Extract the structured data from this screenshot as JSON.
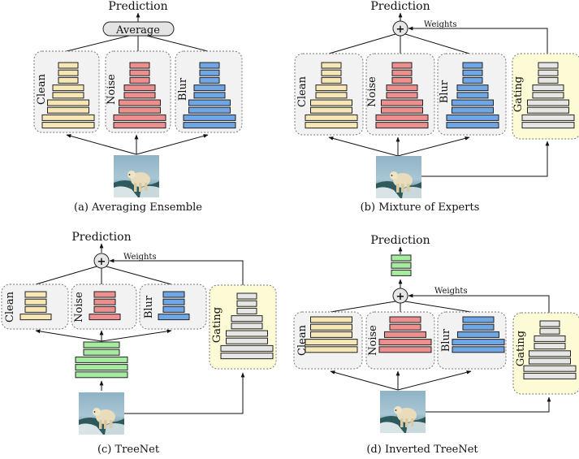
{
  "colors": {
    "clean": "#f7e7b4",
    "noise": "#ee8f8f",
    "blur": "#6fa6e6",
    "gating": "#e6e6e6",
    "shared": "#a5eba0",
    "expert_bg": "#f2f2f2",
    "gating_bg": "#fcfbd6",
    "stroke": "#222222"
  },
  "labels": {
    "prediction": "Prediction",
    "average": "Average",
    "weights": "Weights",
    "plus": "+",
    "clean": "Clean",
    "noise": "Noise",
    "blur": "Blur",
    "gating": "Gating"
  },
  "captions": {
    "a": "(a) Averaging Ensemble",
    "b": "(b) Mixture of Experts",
    "c": "(c) TreeNet",
    "d": "(d) Inverted TreeNet"
  },
  "input_image": "polar-bear-photo"
}
